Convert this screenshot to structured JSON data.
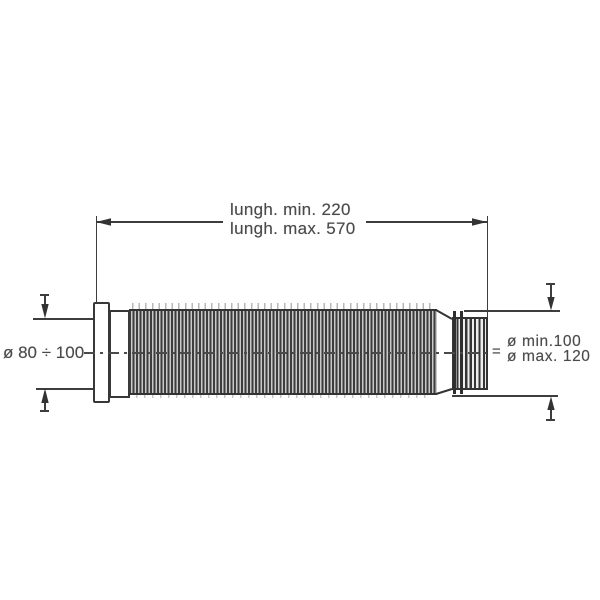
{
  "drawing": {
    "length_dimension": {
      "min_label": "lungh. min. 220",
      "max_label": "lungh. max. 570"
    },
    "inlet_dimension": {
      "label": "ø 80 ÷ 100"
    },
    "outlet_dimension": {
      "equals_sign": "=",
      "min_label": "ø min.100",
      "max_label": "ø max. 120"
    }
  },
  "colors": {
    "line": "#3d3d3d",
    "pipe_outline": "#333333",
    "text": "#4a4a4a",
    "background": "#ffffff"
  }
}
